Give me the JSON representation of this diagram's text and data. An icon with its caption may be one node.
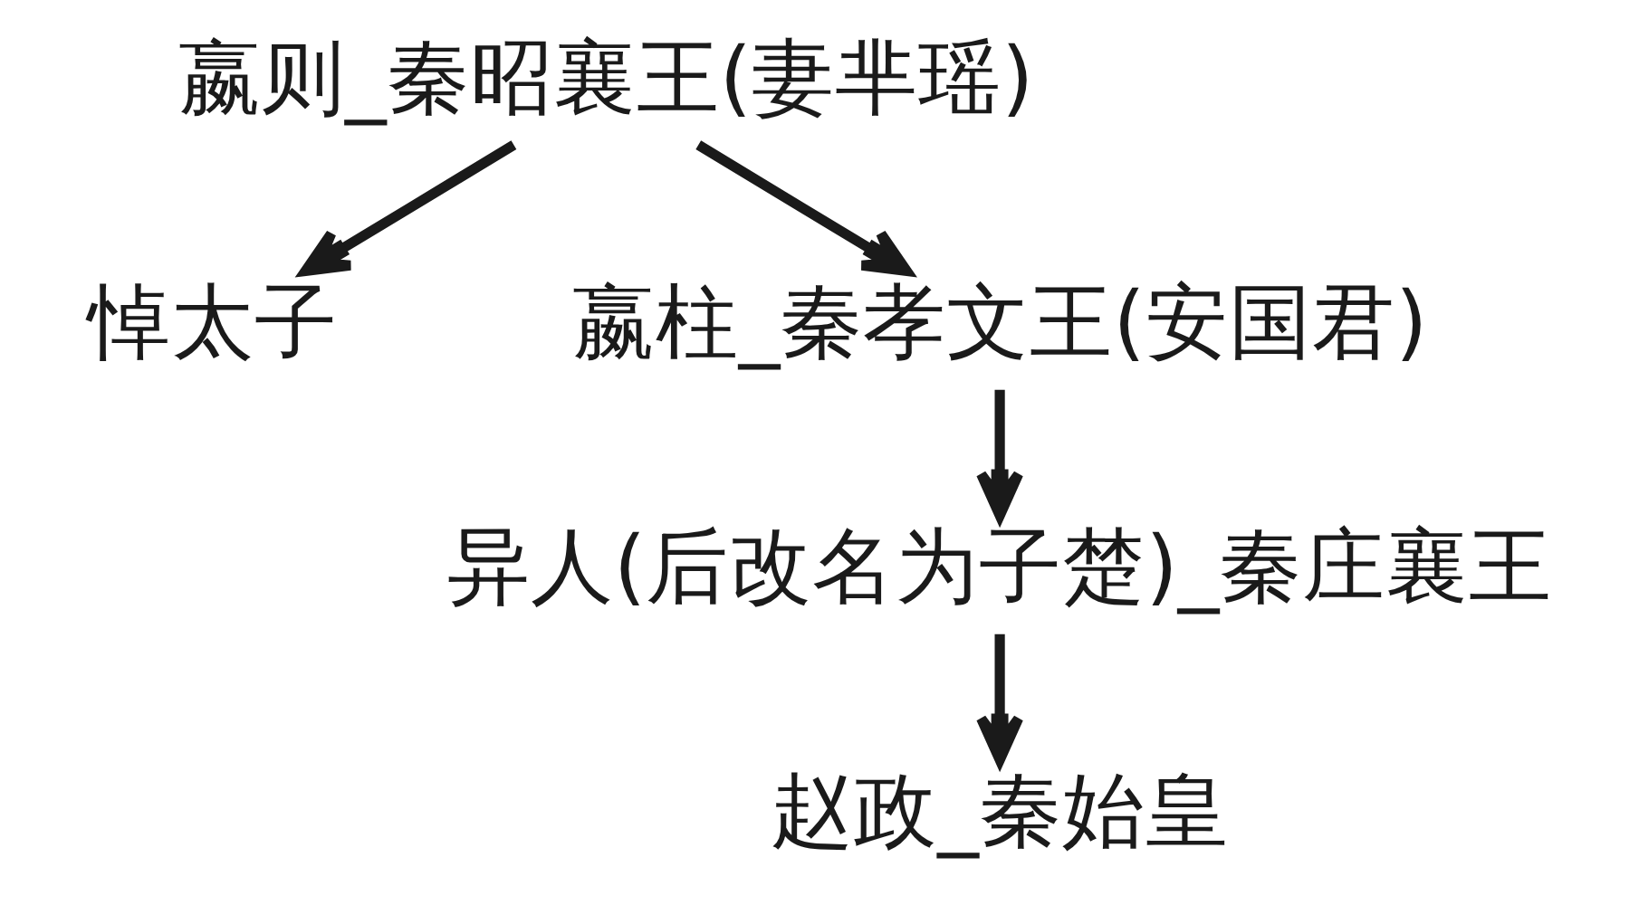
{
  "diagram": {
    "nodes": [
      {
        "text": [
          "嬴则_秦昭襄王(妻芈瑶)"
        ]
      },
      {
        "text": [
          "悼太子"
        ]
      },
      {
        "text": [
          "嬴柱_秦孝文王(安国君)"
        ]
      },
      {
        "text": [
          "异人(后改名为子楚)_秦庄襄王"
        ]
      },
      {
        "text": [
          "赵政_秦始皇"
        ]
      }
    ],
    "edges": [
      {
        "from": 0,
        "to": 1,
        "arrow": "to"
      },
      {
        "from": 0,
        "to": 2,
        "arrow": "to"
      },
      {
        "from": 2,
        "to": 3,
        "arrow": "to"
      },
      {
        "from": 3,
        "to": 4,
        "arrow": "to"
      }
    ]
  }
}
